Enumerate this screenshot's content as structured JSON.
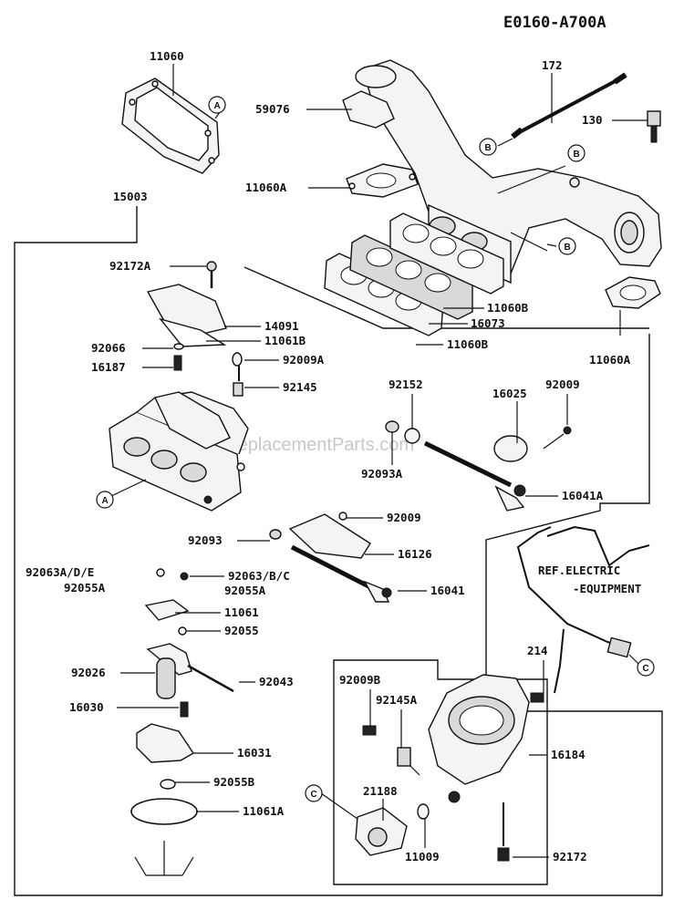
{
  "diagram_code": "E0160-A700A",
  "watermark": "eReplacementParts.com",
  "callouts": {
    "A": "A",
    "B": "B",
    "C": "C"
  },
  "parts": {
    "p11060": "11060",
    "p172": "172",
    "p59076": "59076",
    "p130": "130",
    "p11060A_1": "11060A",
    "p15003": "15003",
    "p92172A": "92172A",
    "p11060B_1": "11060B",
    "p16073": "16073",
    "p11060B_2": "11060B",
    "p11060A_2": "11060A",
    "p14091": "14091",
    "p11061B": "11061B",
    "p92066": "92066",
    "p92009A": "92009A",
    "p16187": "16187",
    "p92145": "92145",
    "p92152": "92152",
    "p16025": "16025",
    "p92009_1": "92009",
    "p92093A": "92093A",
    "p16041A": "16041A",
    "p92009_2": "92009",
    "p92093": "92093",
    "p16126": "16126",
    "p92063ADE": "92063A/D/E",
    "p92063BC": "92063/B/C",
    "p92055A_1": "92055A",
    "p92055A_2": "92055A",
    "p16041": "16041",
    "p11061": "11061",
    "p92055": "92055",
    "p92026": "92026",
    "p92043": "92043",
    "p16030": "16030",
    "p16031": "16031",
    "p92055B": "92055B",
    "p11061A": "11061A",
    "p214": "214",
    "p92009B": "92009B",
    "p92145A": "92145A",
    "p21188": "21188",
    "p16184": "16184",
    "p11009": "11009",
    "p92172": "92172"
  },
  "notes": {
    "ref_line1": "REF.ELECTRIC",
    "ref_line2": "-EQUIPMENT"
  }
}
